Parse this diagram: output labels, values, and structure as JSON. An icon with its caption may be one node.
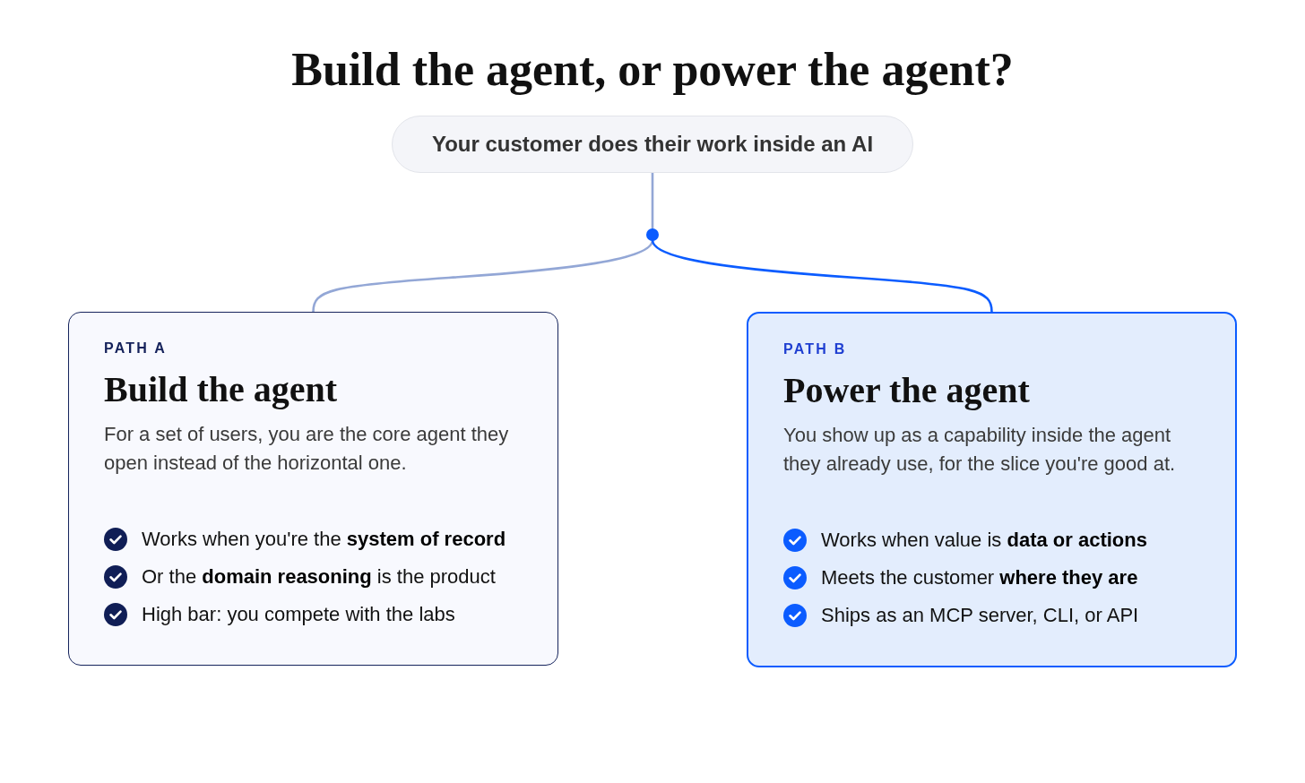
{
  "diagram": {
    "title": "Build the agent, or power the agent?",
    "nodes": [
      {
        "text": [
          "Your customer does their work inside an AI"
        ]
      },
      {
        "text": [],
        "shape": "circle"
      },
      {
        "text": [
          "PATH A",
          "Build the agent",
          "For a set of users, you are the core agent they open instead of the horizontal one.",
          "Works when you're the **system of record**",
          "Or the **domain reasoning** is the product",
          "High bar: you compete with the labs"
        ]
      },
      {
        "text": [
          "PATH B",
          "Power the agent",
          "You show up as a capability inside the agent they already use, for the slice you're good at.",
          "Works when value is **data or actions**",
          "Meets the customer **where they are**",
          "Ships as an MCP server, CLI, or API"
        ]
      }
    ],
    "edges": [
      {
        "from": 0,
        "to": 1,
        "arrow": "none"
      },
      {
        "from": 1,
        "to": 2,
        "arrow": "none"
      },
      {
        "from": 1,
        "to": 3,
        "arrow": "none",
        "color": "#0b5cff"
      }
    ]
  }
}
